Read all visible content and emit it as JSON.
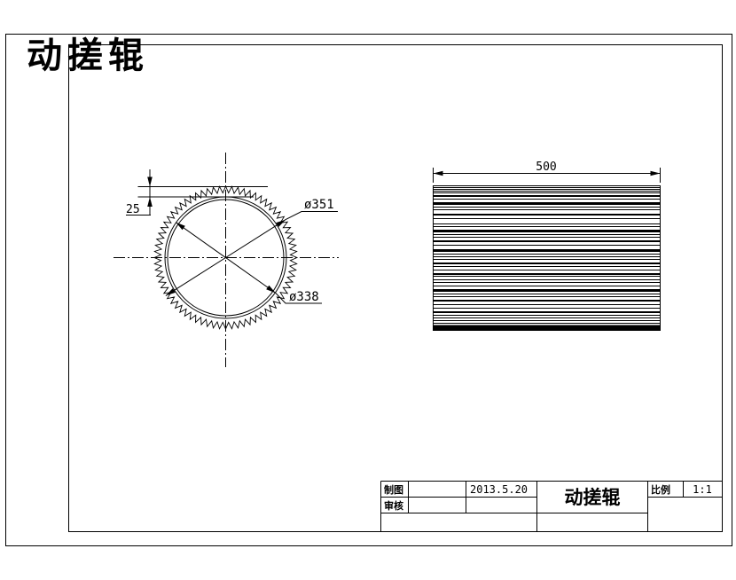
{
  "sheet": {
    "title_red": "动搓辊"
  },
  "front_view": {
    "name": "roller-front-view",
    "dim_tooth_depth": "25",
    "dim_tip_diameter": "ø351",
    "dim_root_diameter": "ø338"
  },
  "side_view": {
    "name": "roller-side-view",
    "dim_length": "500"
  },
  "title_block": {
    "drawn_label": "制图",
    "checked_label": "审核",
    "date": "2013.5.20",
    "part_name": "动搓辊",
    "scale_label": "比例",
    "scale_value": "1:1"
  },
  "colors": {
    "title_red": "#ff0000",
    "line_black": "#000000"
  }
}
